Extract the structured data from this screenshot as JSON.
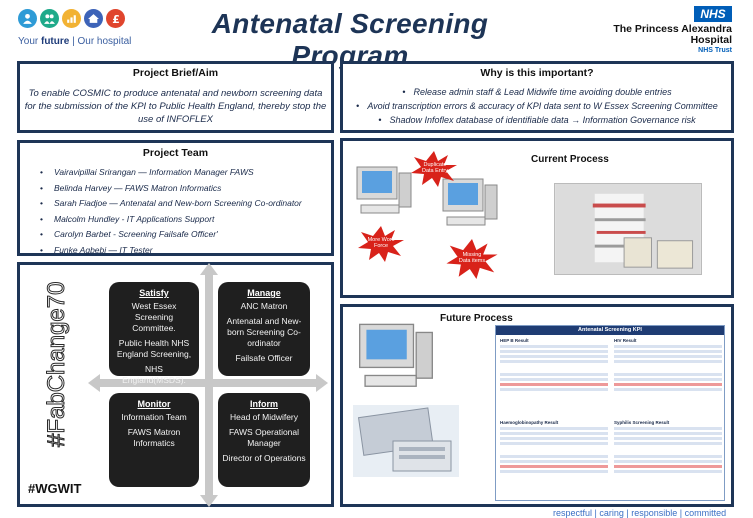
{
  "header": {
    "tagline_future": "Your ",
    "tagline_bold": "future",
    "tagline_rest": " | Our hospital",
    "title": "Antenatal Screening Program",
    "nhs_badge": "NHS",
    "hospital_line1": "The Princess Alexandra",
    "hospital_line2": "Hospital",
    "hospital_trust": "NHS Trust",
    "logo_icons": [
      "people-icon",
      "group-icon",
      "chart-icon",
      "house-icon",
      "pound-icon"
    ],
    "logo_colors": [
      "#2e9bd6",
      "#1faa8a",
      "#f2b233",
      "#3d63b8",
      "#e0452d"
    ]
  },
  "brief": {
    "title": "Project Brief/Aim",
    "text": "To enable COSMIC to produce antenatal and newborn screening data for the submission of the KPI to Public Health England, thereby stop the use of INFOFLEX"
  },
  "why": {
    "title": "Why is this important?",
    "items": [
      "Release admin staff & Lead Midwife time avoiding double entries",
      "Avoid  transcription errors & accuracy of KPI data sent to W Essex Screening Committee",
      "Shadow Infoflex database of identifiable data → Information Governance risk"
    ]
  },
  "team": {
    "title": "Project Team",
    "members": [
      "Vairavipillai Sriranga​n — Information Manager  FAWS",
      "Belinda Harvey — FAWS Matron Informatics",
      "Sarah Fiadjoe — Antenatal and New-born Screening Co-ordinator",
      "Malcolm Hundley  -  IT Applications Support",
      "Carolyn Barbet  -  Screening Failsafe Officer'",
      "Funke Agbebi —  IT Tester"
    ]
  },
  "fab": {
    "hashtag_vertical": "#FabChange70",
    "hashtag": "#WGWIT",
    "satisfy": {
      "title": "Satisfy",
      "lines": [
        "West Essex Screening Committee.",
        "Public Health NHS England Screening,",
        "NHS England(MSDS)."
      ]
    },
    "manage": {
      "title": "Manage",
      "lines": [
        "ANC Matron",
        "Antenatal and New-born Screening Co-ordinator",
        "Failsafe Officer"
      ]
    },
    "monitor": {
      "title": "Monitor",
      "lines": [
        "Information Team",
        "FAWS Matron Informatics"
      ]
    },
    "inform": {
      "title": "Inform",
      "lines": [
        "Head of Midwifery",
        "FAWS Operational Manager",
        "Director of Operations"
      ]
    }
  },
  "current": {
    "title": "Current Process",
    "burst_duplicate": "Duplicate Data Entry",
    "burst_more_work": "More Work Force",
    "burst_missing": "Missing Data items"
  },
  "future": {
    "title": "Future Process",
    "kpi_title": "Antenatal Screening KPI",
    "blocks": [
      "HEP B Result",
      "HIV Result",
      "Haemoglobinopathy Result",
      "Syphilis Screening Result"
    ]
  },
  "footer": {
    "values": "respectful | caring | responsible | committed"
  }
}
